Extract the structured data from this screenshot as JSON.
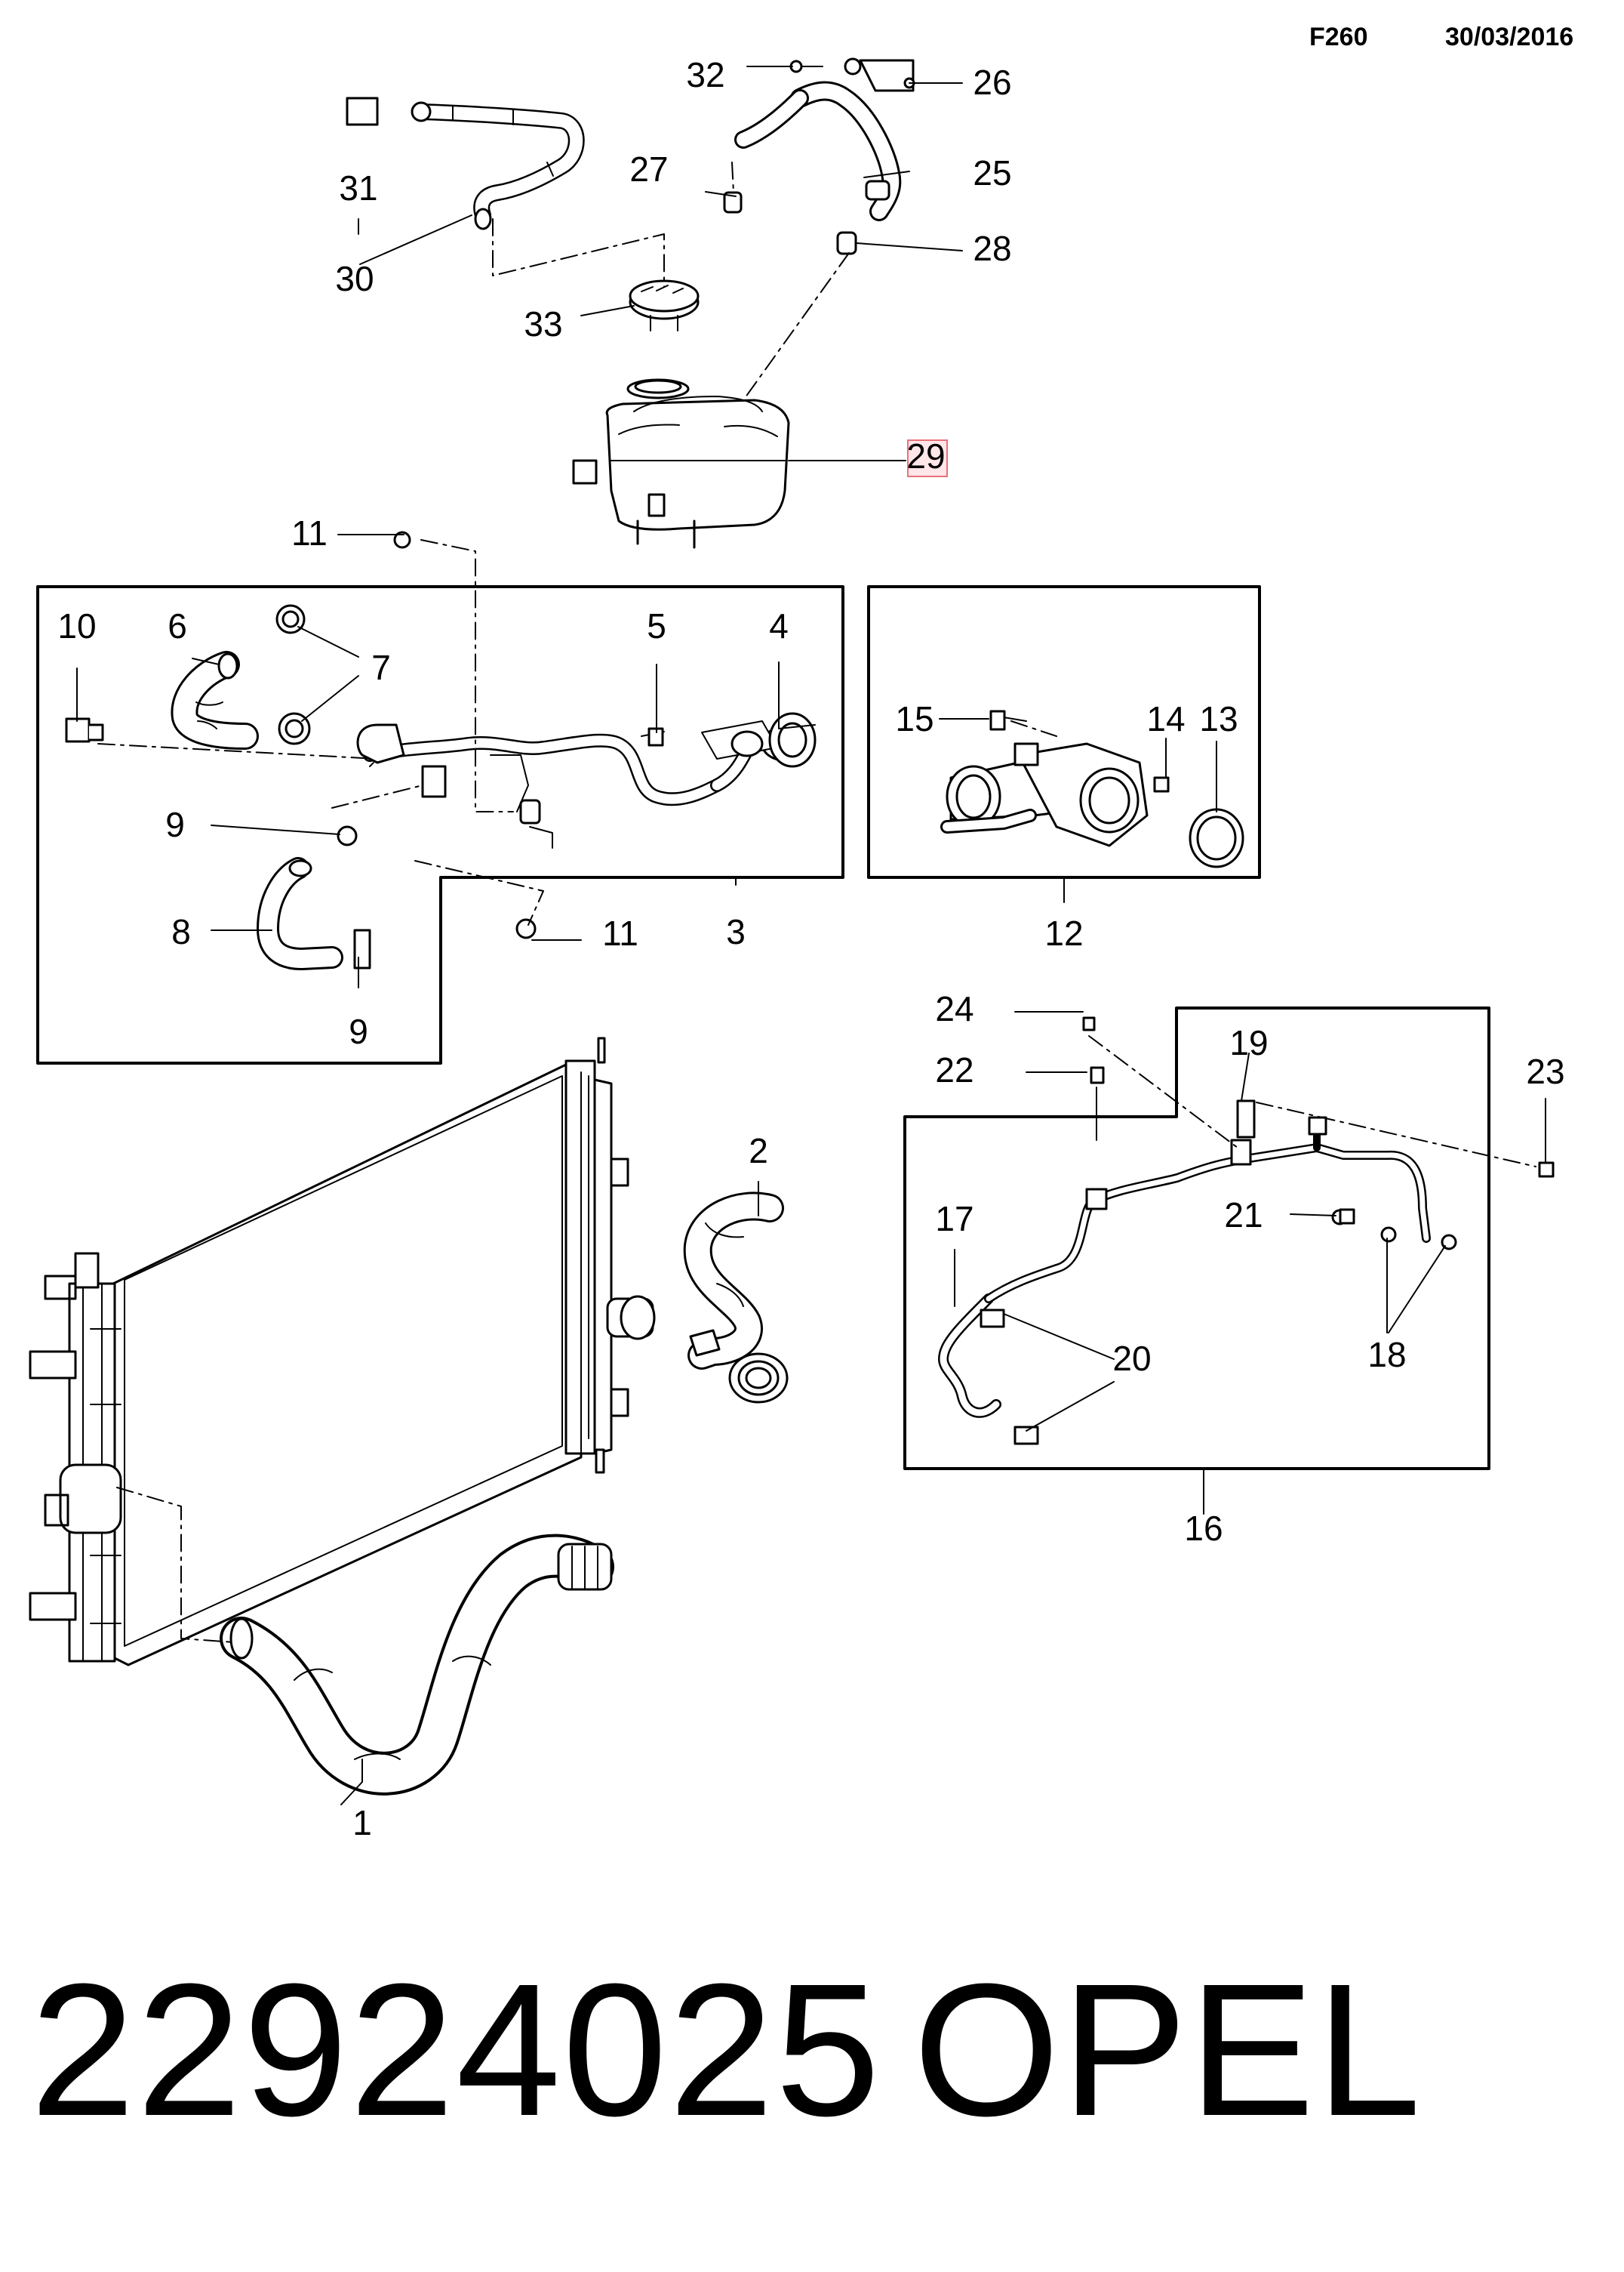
{
  "header": {
    "code": "F260",
    "date": "30/03/2016"
  },
  "footer": {
    "part_number": "22924025",
    "brand": "OPEL"
  },
  "highlight": {
    "label": "29",
    "color": "#e8717a"
  },
  "callouts": [
    "1",
    "2",
    "3",
    "4",
    "5",
    "6",
    "7",
    "8",
    "9",
    "10",
    "11",
    "12",
    "13",
    "14",
    "15",
    "16",
    "17",
    "18",
    "19",
    "20",
    "21",
    "22",
    "23",
    "24",
    "25",
    "26",
    "27",
    "28",
    "29",
    "30",
    "31",
    "32",
    "33"
  ],
  "components": [
    "radiator",
    "lower-radiator-hose",
    "upper-radiator-hose",
    "coolant-pipe-assembly",
    "gasket",
    "bolt",
    "hose",
    "clamp",
    "hose-clamp",
    "connector",
    "thermostat-housing-assembly",
    "seal-ring",
    "thermostat-housing-bolt",
    "heater-pipe-assembly",
    "reservoir-hose",
    "reservoir-bracket",
    "coolant-reservoir",
    "vent-hose",
    "reservoir-cap"
  ]
}
